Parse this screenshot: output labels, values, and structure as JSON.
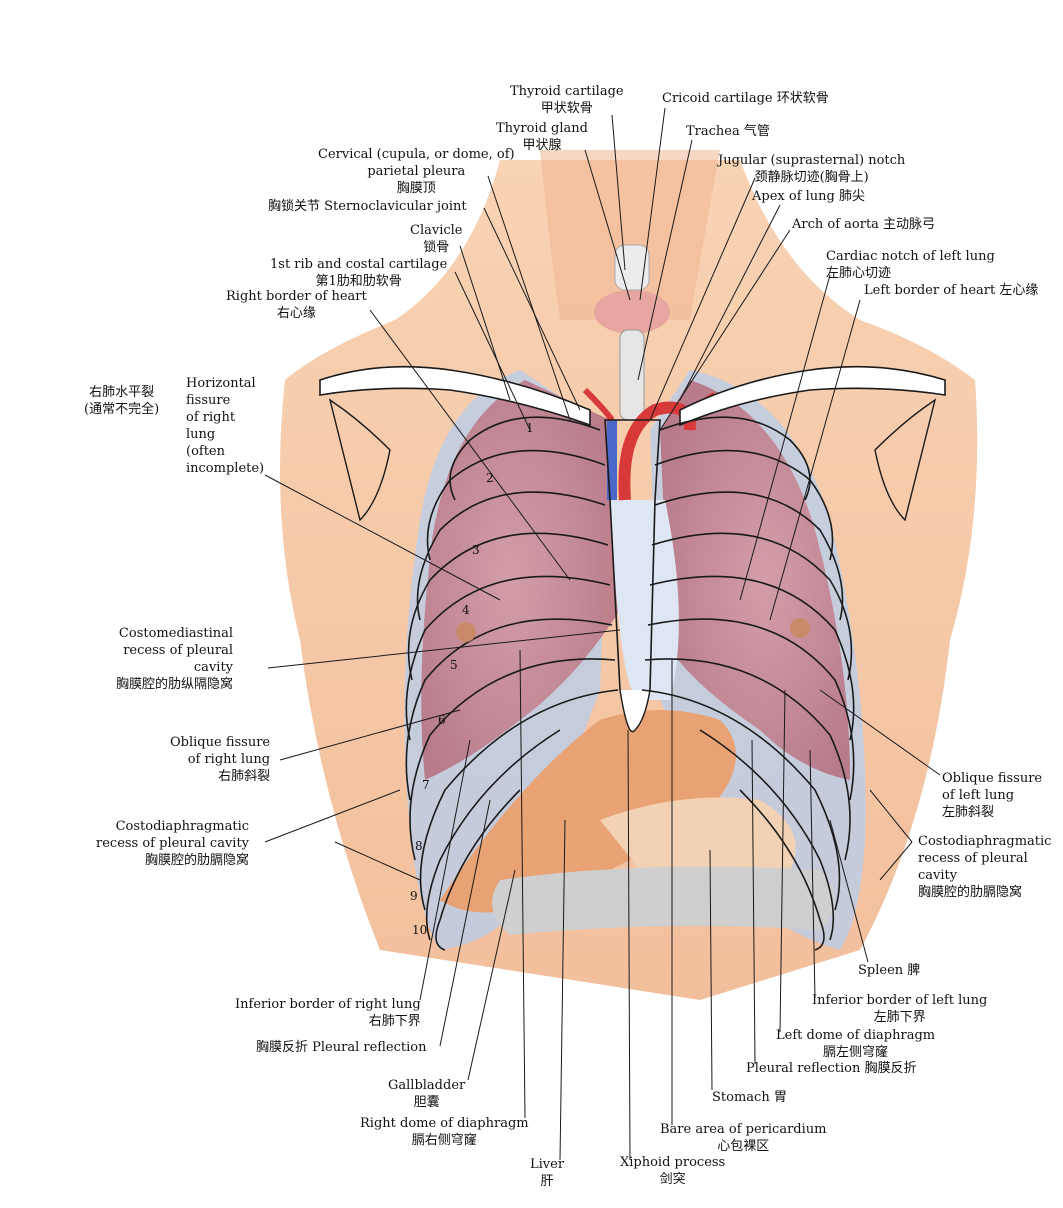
{
  "labels": {
    "thyroid_cartilage": "Thyroid cartilage\n甲状软骨",
    "cricoid_cartilage": "Cricoid cartilage 环状软骨",
    "thyroid_gland": "Thyroid gland\n甲状腺",
    "trachea": "Trachea 气管",
    "cervical_pleura": "Cervical (cupula, or dome, of)\nparietal pleura\n胸膜顶",
    "jugular_notch": "Jugular (suprasternal) notch\n颈静脉切迹(胸骨上)",
    "apex_of_lung": "Apex of lung 肺尖",
    "sternoclavicular_joint": "胸锁关节 Sternoclavicular joint",
    "arch_of_aorta": "Arch of aorta 主动脉弓",
    "clavicle": "Clavicle\n锁骨",
    "first_rib": "1st rib and costal cartilage\n第1肋和肋软骨",
    "cardiac_notch": "Cardiac notch of left lung\n左肺心切迹",
    "left_border_heart": "Left border of heart 左心缘",
    "right_border_heart": "Right border of heart\n右心缘",
    "horizontal_fissure_cn": "右肺水平裂\n(通常不完全)",
    "horizontal_fissure_en": "Horizontal\nfissure\nof right\nlung\n(often\nincomplete)",
    "costomediastinal_recess": "Costomediastinal\nrecess of pleural\ncavity\n胸膜腔的肋纵隔隐窝",
    "oblique_fissure_right": "Oblique fissure\nof right lung\n右肺斜裂",
    "oblique_fissure_left": "Oblique fissure\nof left lung\n左肺斜裂",
    "costodiaphragmatic_right": "Costodiaphragmatic\nrecess of pleural cavity\n胸膜腔的肋膈隐窝",
    "costodiaphragmatic_left": "Costodiaphragmatic\nrecess of pleural\ncavity\n胸膜腔的肋膈隐窝",
    "spleen": "Spleen 脾",
    "inferior_border_left": "Inferior border of left lung\n左肺下界",
    "inferior_border_right": "Inferior border of right lung\n右肺下界",
    "left_dome": "Left dome of diaphragm\n膈左侧穹窿",
    "pleural_reflection_right": "胸膜反折 Pleural reflection",
    "pleural_reflection_left": "Pleural reflection 胸膜反折",
    "gallbladder": "Gallbladder\n胆囊",
    "stomach": "Stomach 胃",
    "right_dome": "Right dome of diaphragm\n膈右侧穹窿",
    "bare_area": "Bare area of pericardium\n心包裸区",
    "liver": "Liver\n肝",
    "xiphoid": "Xiphoid process\n剑突"
  },
  "rib_numbers": [
    "1",
    "2",
    "3",
    "4",
    "5",
    "6",
    "7",
    "8",
    "9",
    "10"
  ],
  "colors": {
    "skin": "#f6c9a6",
    "skin_shadow": "#e9a985",
    "lung": "#c98a96",
    "pleura": "#a9c4e8",
    "liver": "#e49a6a",
    "stomach": "#f2cfb0",
    "intestine": "#c9c9c9",
    "heart_region": "#d6dff0",
    "aorta": "#d83a3a",
    "vein": "#4a68c9",
    "outline": "#1a1a1a"
  }
}
